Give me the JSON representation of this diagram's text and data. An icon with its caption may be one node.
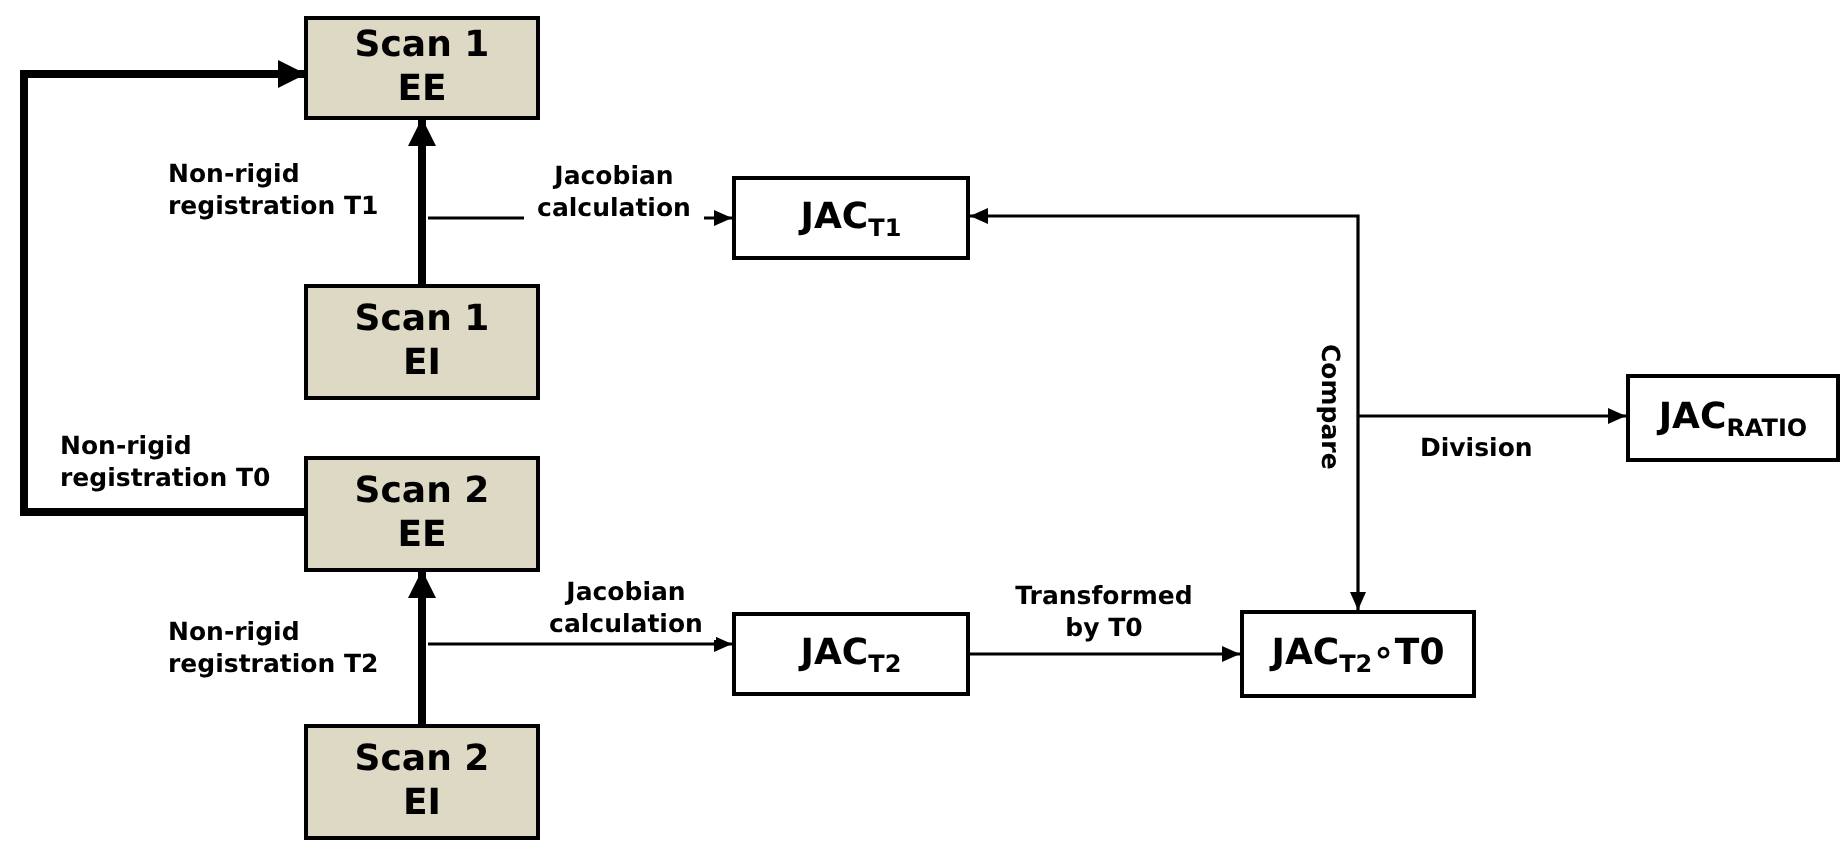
{
  "diagram": {
    "nodes": [
      {
        "text": [
          "Scan 1 EE"
        ]
      },
      {
        "text": [
          "Scan 1 EI"
        ]
      },
      {
        "text": [
          "Scan 2 EE"
        ]
      },
      {
        "text": [
          "Scan 2 EI"
        ]
      },
      {
        "text": [
          "JAC$_{T1}$"
        ]
      },
      {
        "text": [
          "JAC$_{RATIO}$"
        ]
      },
      {
        "text": [
          "JAC$_{T2}$"
        ]
      },
      {
        "text": [
          "JAC$_{T2}$∘T0"
        ]
      }
    ],
    "edges": [
      {
        "from": 1,
        "to": 0,
        "arrow": "to",
        "style": "thick",
        "label": "Non-rigid registration T1"
      },
      {
        "from": null,
        "to": 4,
        "arrow": "to",
        "label": "Jacobian calculation"
      },
      {
        "from": 3,
        "to": 2,
        "arrow": "to",
        "style": "thick",
        "label": "Non-rigid registration T2"
      },
      {
        "from": null,
        "to": 6,
        "arrow": "to",
        "label": "Jacobian calculation"
      },
      {
        "from": 2,
        "to": 0,
        "arrow": "to",
        "style": "thick",
        "label": "Non-rigid registration T0"
      },
      {
        "from": 6,
        "to": 7,
        "arrow": "to",
        "label": "Transformed by T0"
      },
      {
        "from": 4,
        "to": 7,
        "arrow": "both",
        "label": "Compare"
      },
      {
        "from": null,
        "to": 5,
        "arrow": "to",
        "label": "Division"
      }
    ]
  }
}
